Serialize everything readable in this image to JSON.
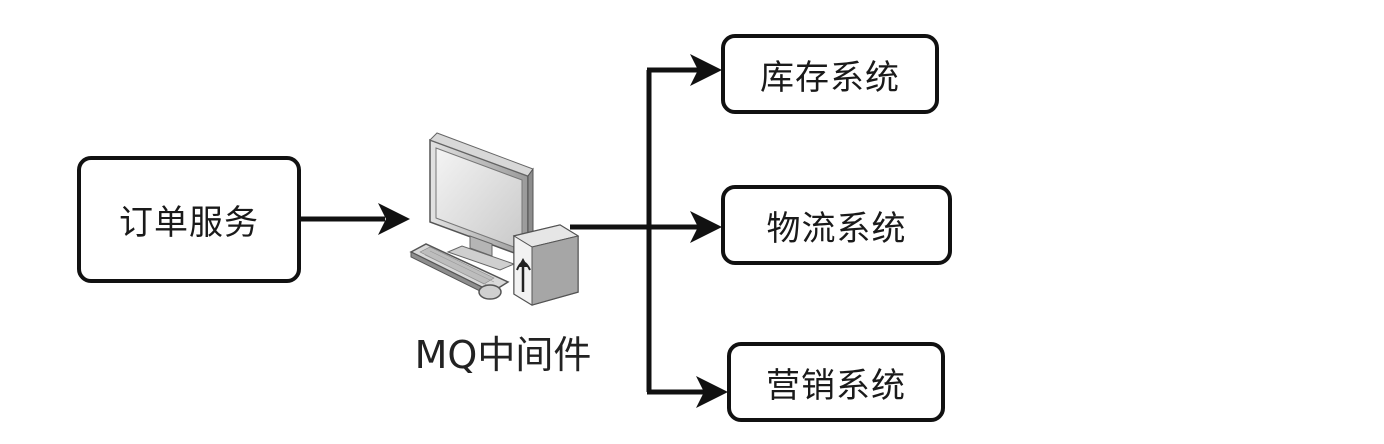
{
  "source": {
    "label": "订单服务"
  },
  "middleware": {
    "label": "MQ中间件",
    "icon": "computer-server-icon"
  },
  "targets": [
    {
      "label": "库存系统"
    },
    {
      "label": "物流系统"
    },
    {
      "label": "营销系统"
    }
  ],
  "colors": {
    "stroke": "#111111",
    "text": "#1a1a1a",
    "background": "#ffffff"
  }
}
